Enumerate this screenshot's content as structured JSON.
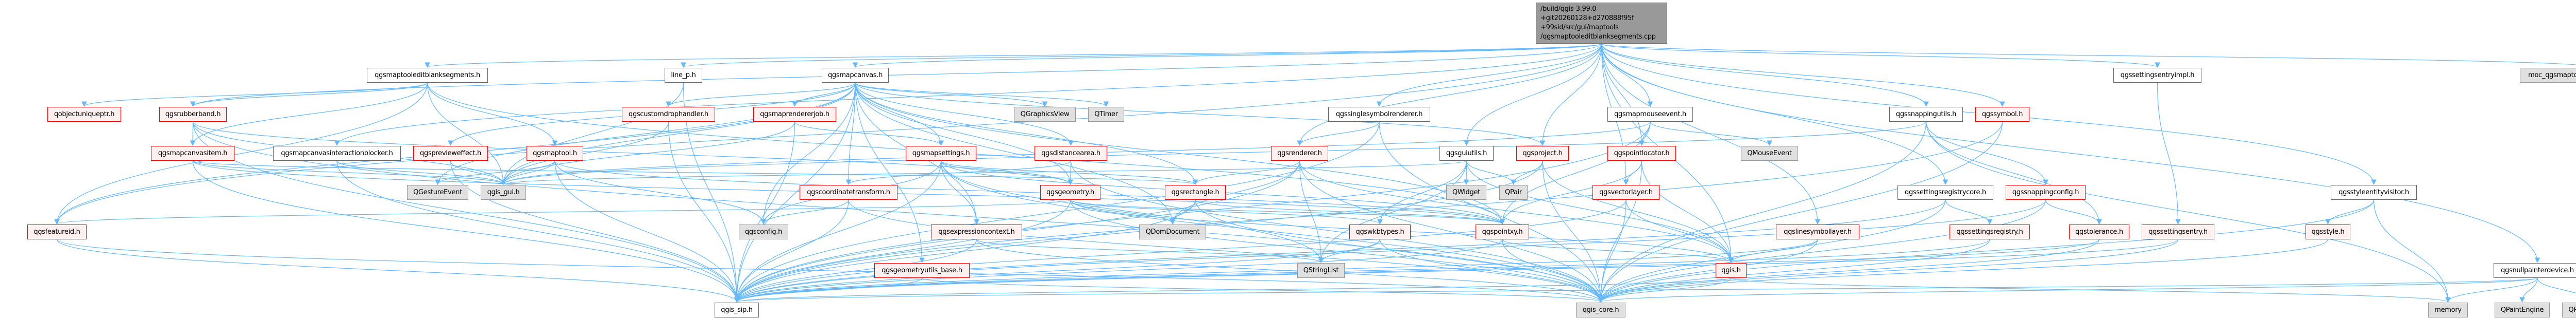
{
  "graph": {
    "root_file": "/build/qgis-3.99.0\n+git20260128+d270888f95f\n+99sid/src/gui/maptools\n/qgsmaptooleditblanksegments.cpp",
    "edge_color": "#63b8ff",
    "highlighted_headers": [
      "qobjectuniqueptr.h",
      "qgsrubberband.h",
      "qgscustomdrophandler.h",
      "qgsmaprendererjob.h",
      "qgssymbol.h",
      "qgsmapcanvasitem.h",
      "qgspreviewеffect.h",
      "qgsmaptool.h",
      "qgsmapsettings.h",
      "qgsdistancearea.h",
      "qgsrenderer.h",
      "qgsproject.h",
      "qgspointlocator.h",
      "qgscoordinatetransform.h",
      "qgsgeometry.h",
      "qgsrectangle.h",
      "qgsvectorlayer.h",
      "qgssnappingconfig.h",
      "qgsfeatureid.h",
      "qgsexpressioncontext.h",
      "qgswkbtypes.h",
      "qgspointxy.h",
      "qgslinesymbollayer.h",
      "qgssettingsregistry.h",
      "qgstolerance.h",
      "qgssettingsentry.h",
      "qgsstyle.h",
      "qgsgeometryutils_base.h",
      "qgis.h"
    ],
    "plain_headers": [
      "qgsmaptooleditblanksegments.h",
      "line_p.h",
      "qgsmapcanvas.h",
      "qgssettingsentryimpl.h",
      "qgssinglesymbolrenderer.h",
      "qgsmapmouseevent.h",
      "qgssnappingutils.h",
      "qgsmapcanvasinteractionblocker.h",
      "qgsguiutils.h",
      "qgsstyleentityvisitor.h",
      "qgssettingsregistrycore.h",
      "qgsnullpainterdevice.h",
      "qgis_sip.h"
    ],
    "external_headers": [
      "moc_qgsmaptooleditblanksegments.cpp",
      "QGraphicsView",
      "QTimer",
      "QMouseEvent",
      "QGestureEvent",
      "qgis_gui.h",
      "QWidget",
      "QPair",
      "qgsconfig.h",
      "QDomDocument",
      "QStringList",
      "qgis_core.h",
      "memory",
      "QPaintEngine",
      "QPaintDevice"
    ],
    "root_includes": [
      "qgsmaptooleditblanksegments.h",
      "line_p.h",
      "qgsmapcanvas.h",
      "qgssettingsentryimpl.h",
      "moc_qgsmaptooleditblanksegments.cpp",
      "qgssinglesymbolrenderer.h",
      "qgsmapmouseevent.h",
      "qgssnappingutils.h",
      "qgssymbol.h",
      "qgsguiutils.h",
      "qgsproject.h",
      "qgsvectorlayer.h",
      "qgssettingsregistrycore.h",
      "qgsstyleentityvisitor.h",
      "qgslinesymbollayer.h",
      "qgsnullpainterdevice.h",
      "qgsrubberband.h",
      "qgsfeatureid.h",
      "qgis.h",
      "qgsmapcanvasinteractionblocker.h",
      "qgspointlocator.h",
      "qgsrenderer.h"
    ],
    "edges": [
      [
        "qgsmaptooleditblanksegments.h",
        "qobjectuniqueptr.h"
      ],
      [
        "qgsmaptooleditblanksegments.h",
        "qgsrubberband.h"
      ],
      [
        "qgsmaptooleditblanksegments.h",
        "qgsmapcanvasitem.h"
      ],
      [
        "qgsmaptooleditblanksegments.h",
        "qgsmaptool.h"
      ],
      [
        "qgsmaptooleditblanksegments.h",
        "qgsfeatureid.h"
      ],
      [
        "qgsmaptooleditblanksegments.h",
        "qgis_gui.h"
      ],
      [
        "qgsmaptooleditblanksegments.h",
        "qgspointxy.h"
      ],
      [
        "line_p.h",
        "qgis_sip.h"
      ],
      [
        "line_p.h",
        "qgis_gui.h"
      ],
      [
        "qgsmapcanvas.h",
        "qgscustomdrophandler.h"
      ],
      [
        "qgsmapcanvas.h",
        "qgsmaprendererjob.h"
      ],
      [
        "qgsmapcanvas.h",
        "qgsmapsettings.h"
      ],
      [
        "qgsmapcanvas.h",
        "qgsdistancearea.h"
      ],
      [
        "qgsmapcanvas.h",
        "qgsgeometry.h"
      ],
      [
        "qgsmapcanvas.h",
        "qgsrectangle.h"
      ],
      [
        "qgsmapcanvas.h",
        "QGraphicsView"
      ],
      [
        "qgsmapcanvas.h",
        "QTimer"
      ],
      [
        "qgsmapcanvas.h",
        "qgsconfig.h"
      ],
      [
        "qgsmapcanvas.h",
        "qgis_sip.h"
      ],
      [
        "qgsmapcanvas.h",
        "qgis_gui.h"
      ],
      [
        "qgsmapcanvas.h",
        "qgscoordinatetransform.h"
      ],
      [
        "qgsmapcanvas.h",
        "qgsexpressioncontext.h"
      ],
      [
        "qgsmapcanvas.h",
        "QDomDocument"
      ],
      [
        "qgsmapcanvas.h",
        "QGestureEvent"
      ],
      [
        "qgsmapcanvas.h",
        "qgspreviewеffect.h"
      ],
      [
        "qgsmapcanvas.h",
        "qgsfeatureid.h"
      ],
      [
        "qgsmapcanvas.h",
        "qgsproject.h"
      ],
      [
        "qgsmapcanvas.h",
        "qgspointxy.h"
      ],
      [
        "qgsmapcanvas.h",
        "qgsgeometryutils_base.h"
      ],
      [
        "qgsrubberband.h",
        "qgsmapcanvasitem.h"
      ],
      [
        "qgsrubberband.h",
        "qgis_sip.h"
      ],
      [
        "qgsrubberband.h",
        "qgis_gui.h"
      ],
      [
        "qgsrubberband.h",
        "qgsgeometry.h"
      ],
      [
        "qgsrubberband.h",
        "qgis_core.h"
      ],
      [
        "qgsmapcanvasitem.h",
        "qgis_sip.h"
      ],
      [
        "qgsmapcanvasitem.h",
        "qgis_gui.h"
      ],
      [
        "qgsmapcanvasitem.h",
        "qgsrectangle.h"
      ],
      [
        "qgsmapcanvasitem.h",
        "qgspointxy.h"
      ],
      [
        "qgsmapcanvasinteractionblocker.h",
        "qgis_sip.h"
      ],
      [
        "qgsmapcanvasinteractionblocker.h",
        "qgis_gui.h"
      ],
      [
        "qgspreviewеffect.h",
        "qgis_sip.h"
      ],
      [
        "qgspreviewеffect.h",
        "qgis_gui.h"
      ],
      [
        "qgsmaptool.h",
        "qgis_gui.h"
      ],
      [
        "qgsmaptool.h",
        "qgis_sip.h"
      ],
      [
        "qgsmaptool.h",
        "qgsconfig.h"
      ],
      [
        "qgsmaptool.h",
        "QGestureEvent"
      ],
      [
        "qgsmaptool.h",
        "qgspointxy.h"
      ],
      [
        "qgscustomdrophandler.h",
        "qgis_gui.h"
      ],
      [
        "qgscustomdrophandler.h",
        "qgis_sip.h"
      ],
      [
        "qgsmaprendererjob.h",
        "qgis_gui.h"
      ],
      [
        "qgsmaprendererjob.h",
        "qgis_sip.h"
      ],
      [
        "qgsmaprendererjob.h",
        "qgsmapsettings.h"
      ],
      [
        "qgsmapsettings.h",
        "qgsexpressioncontext.h"
      ],
      [
        "qgsmapsettings.h",
        "qgsgeometry.h"
      ],
      [
        "qgsmapsettings.h",
        "qgsrectangle.h"
      ],
      [
        "qgsmapsettings.h",
        "qgis_sip.h"
      ],
      [
        "qgsmapsettings.h",
        "qgis_core.h"
      ],
      [
        "qgsmapsettings.h",
        "qgsconfig.h"
      ],
      [
        "qgsmapsettings.h",
        "qgspointxy.h"
      ],
      [
        "qgsmapsettings.h",
        "QStringList"
      ],
      [
        "qgsdistancearea.h",
        "qgis_core.h"
      ],
      [
        "qgsdistancearea.h",
        "qgscoordinatetransform.h"
      ],
      [
        "qgsdistancearea.h",
        "qgsgeometry.h"
      ],
      [
        "qgsgeometry.h",
        "QDomDocument"
      ],
      [
        "qgsgeometry.h",
        "qgis_sip.h"
      ],
      [
        "qgsgeometry.h",
        "qgis_core.h"
      ],
      [
        "qgsgeometry.h",
        "qgspointxy.h"
      ],
      [
        "qgsgeometry.h",
        "qgis.h"
      ],
      [
        "qgsgeometry.h",
        "qgsfeatureid.h"
      ],
      [
        "qgsgeometry.h",
        "qgswkbtypes.h"
      ],
      [
        "qgsrectangle.h",
        "QDomDocument"
      ],
      [
        "qgsrectangle.h",
        "qgis_sip.h"
      ],
      [
        "qgsrectangle.h",
        "qgis_core.h"
      ],
      [
        "qgsrectangle.h",
        "qgspointxy.h"
      ],
      [
        "qgscoordinatetransform.h",
        "qgsconfig.h"
      ],
      [
        "qgscoordinatetransform.h",
        "qgis_sip.h"
      ],
      [
        "qgscoordinatetransform.h",
        "qgis_core.h"
      ],
      [
        "qgsexpressioncontext.h",
        "qgis_sip.h"
      ],
      [
        "qgsexpressioncontext.h",
        "qgis_core.h"
      ],
      [
        "qgsexpressioncontext.h",
        "QStringList"
      ],
      [
        "qgsgeometryutils_base.h",
        "qgis_sip.h"
      ],
      [
        "qgsgeometryutils_base.h",
        "qgis_core.h"
      ],
      [
        "qgssinglesymbolrenderer.h",
        "qgsrenderer.h"
      ],
      [
        "qgssinglesymbolrenderer.h",
        "qgis_core.h"
      ],
      [
        "qgssinglesymbolrenderer.h",
        "qgis_sip.h"
      ],
      [
        "qgsrenderer.h",
        "qgsrectangle.h"
      ],
      [
        "qgsrenderer.h",
        "QDomDocument"
      ],
      [
        "qgsrenderer.h",
        "qgis_core.h"
      ],
      [
        "qgsrenderer.h",
        "qgis_sip.h"
      ],
      [
        "qgsrenderer.h",
        "qgis.h"
      ],
      [
        "qgsrenderer.h",
        "QStringList"
      ],
      [
        "qgswkbtypes.h",
        "QStringList"
      ],
      [
        "qgswkbtypes.h",
        "qgis_core.h"
      ],
      [
        "qgswkbtypes.h",
        "qgis_sip.h"
      ],
      [
        "qgsmapmouseevent.h",
        "qgspointlocator.h"
      ],
      [
        "qgsmapmouseevent.h",
        "QMouseEvent"
      ],
      [
        "qgsmapmouseevent.h",
        "qgis_gui.h"
      ],
      [
        "qgsmapmouseevent.h",
        "qgis_sip.h"
      ],
      [
        "qgsmapmouseevent.h",
        "qgspointxy.h"
      ],
      [
        "qgsguiutils.h",
        "QWidget"
      ],
      [
        "qgsguiutils.h",
        "QPair"
      ],
      [
        "qgsguiutils.h",
        "qgswkbtypes.h"
      ],
      [
        "qgsguiutils.h",
        "QStringList"
      ],
      [
        "qgsguiutils.h",
        "qgis_gui.h"
      ],
      [
        "qgsguiutils.h",
        "qgis.h"
      ],
      [
        "qgsproject.h",
        "QPair"
      ],
      [
        "qgsproject.h",
        "qgis_core.h"
      ],
      [
        "qgsproject.h",
        "qgis.h"
      ],
      [
        "qgsproject.h",
        "qgis_sip.h"
      ],
      [
        "qgspointlocator.h",
        "qgsvectorlayer.h"
      ],
      [
        "qgspointlocator.h",
        "qgspointxy.h"
      ],
      [
        "qgspointlocator.h",
        "qgis_core.h"
      ],
      [
        "qgspointlocator.h",
        "qgis.h"
      ],
      [
        "qgsvectorlayer.h",
        "qgis_core.h"
      ],
      [
        "qgsvectorlayer.h",
        "qgis.h"
      ],
      [
        "qgsvectorlayer.h",
        "qgis_sip.h"
      ],
      [
        "qgspointxy.h",
        "qgis_core.h"
      ],
      [
        "qgspointxy.h",
        "qgis_sip.h"
      ],
      [
        "qgspointxy.h",
        "qgis.h"
      ],
      [
        "qgslinesymbollayer.h",
        "qgis.h"
      ],
      [
        "qgslinesymbollayer.h",
        "qgis_core.h"
      ],
      [
        "qgslinesymbollayer.h",
        "qgis_sip.h"
      ],
      [
        "qgis.h",
        "qgis_core.h"
      ],
      [
        "qgis.h",
        "qgis_sip.h"
      ],
      [
        "qgis.h",
        "memory"
      ],
      [
        "qgsfeatureid.h",
        "qgis_sip.h"
      ],
      [
        "qgsfeatureid.h",
        "qgis_core.h"
      ],
      [
        "qgssnappingutils.h",
        "qgssnappingconfig.h"
      ],
      [
        "qgssnappingutils.h",
        "qgstolerance.h"
      ],
      [
        "qgssnappingutils.h",
        "qgis_core.h"
      ],
      [
        "qgssnappingutils.h",
        "qgis_gui.h"
      ],
      [
        "qgssnappingutils.h",
        "memory"
      ],
      [
        "qgssymbol.h",
        "qgis_core.h"
      ],
      [
        "qgssymbol.h",
        "qgis_sip.h"
      ],
      [
        "qgssettingsregistrycore.h",
        "qgssettingsregistry.h"
      ],
      [
        "qgssettingsregistrycore.h",
        "qgis_core.h"
      ],
      [
        "qgssettingsregistrycore.h",
        "qgis_sip.h"
      ],
      [
        "qgssnappingconfig.h",
        "qgstolerance.h"
      ],
      [
        "qgssnappingconfig.h",
        "qgis_core.h"
      ],
      [
        "qgssnappingconfig.h",
        "qgis_sip.h"
      ],
      [
        "qgssettingsregistry.h",
        "qgis_core.h"
      ],
      [
        "qgssettingsregistry.h",
        "qgis_sip.h"
      ],
      [
        "qgstolerance.h",
        "qgis_core.h"
      ],
      [
        "qgstolerance.h",
        "qgis_sip.h"
      ],
      [
        "qgssettingsentryimpl.h",
        "qgssettingsentry.h"
      ],
      [
        "qgssettingsentry.h",
        "qgis_core.h"
      ],
      [
        "qgssettingsentry.h",
        "qgis_sip.h"
      ],
      [
        "qgsstyleentityvisitor.h",
        "qgsstyle.h"
      ],
      [
        "qgsstyleentityvisitor.h",
        "qgis_core.h"
      ],
      [
        "qgsstyleentityvisitor.h",
        "memory"
      ],
      [
        "qgsstyle.h",
        "qgis_core.h"
      ],
      [
        "qgsnullpainterdevice.h",
        "memory"
      ],
      [
        "qgsnullpainterdevice.h",
        "QPaintEngine"
      ],
      [
        "qgsnullpainterdevice.h",
        "QPaintDevice"
      ],
      [
        "qgsnullpainterdevice.h",
        "qgis_core.h"
      ],
      [
        "qgsnullpainterdevice.h",
        "qgis_sip.h"
      ]
    ]
  }
}
